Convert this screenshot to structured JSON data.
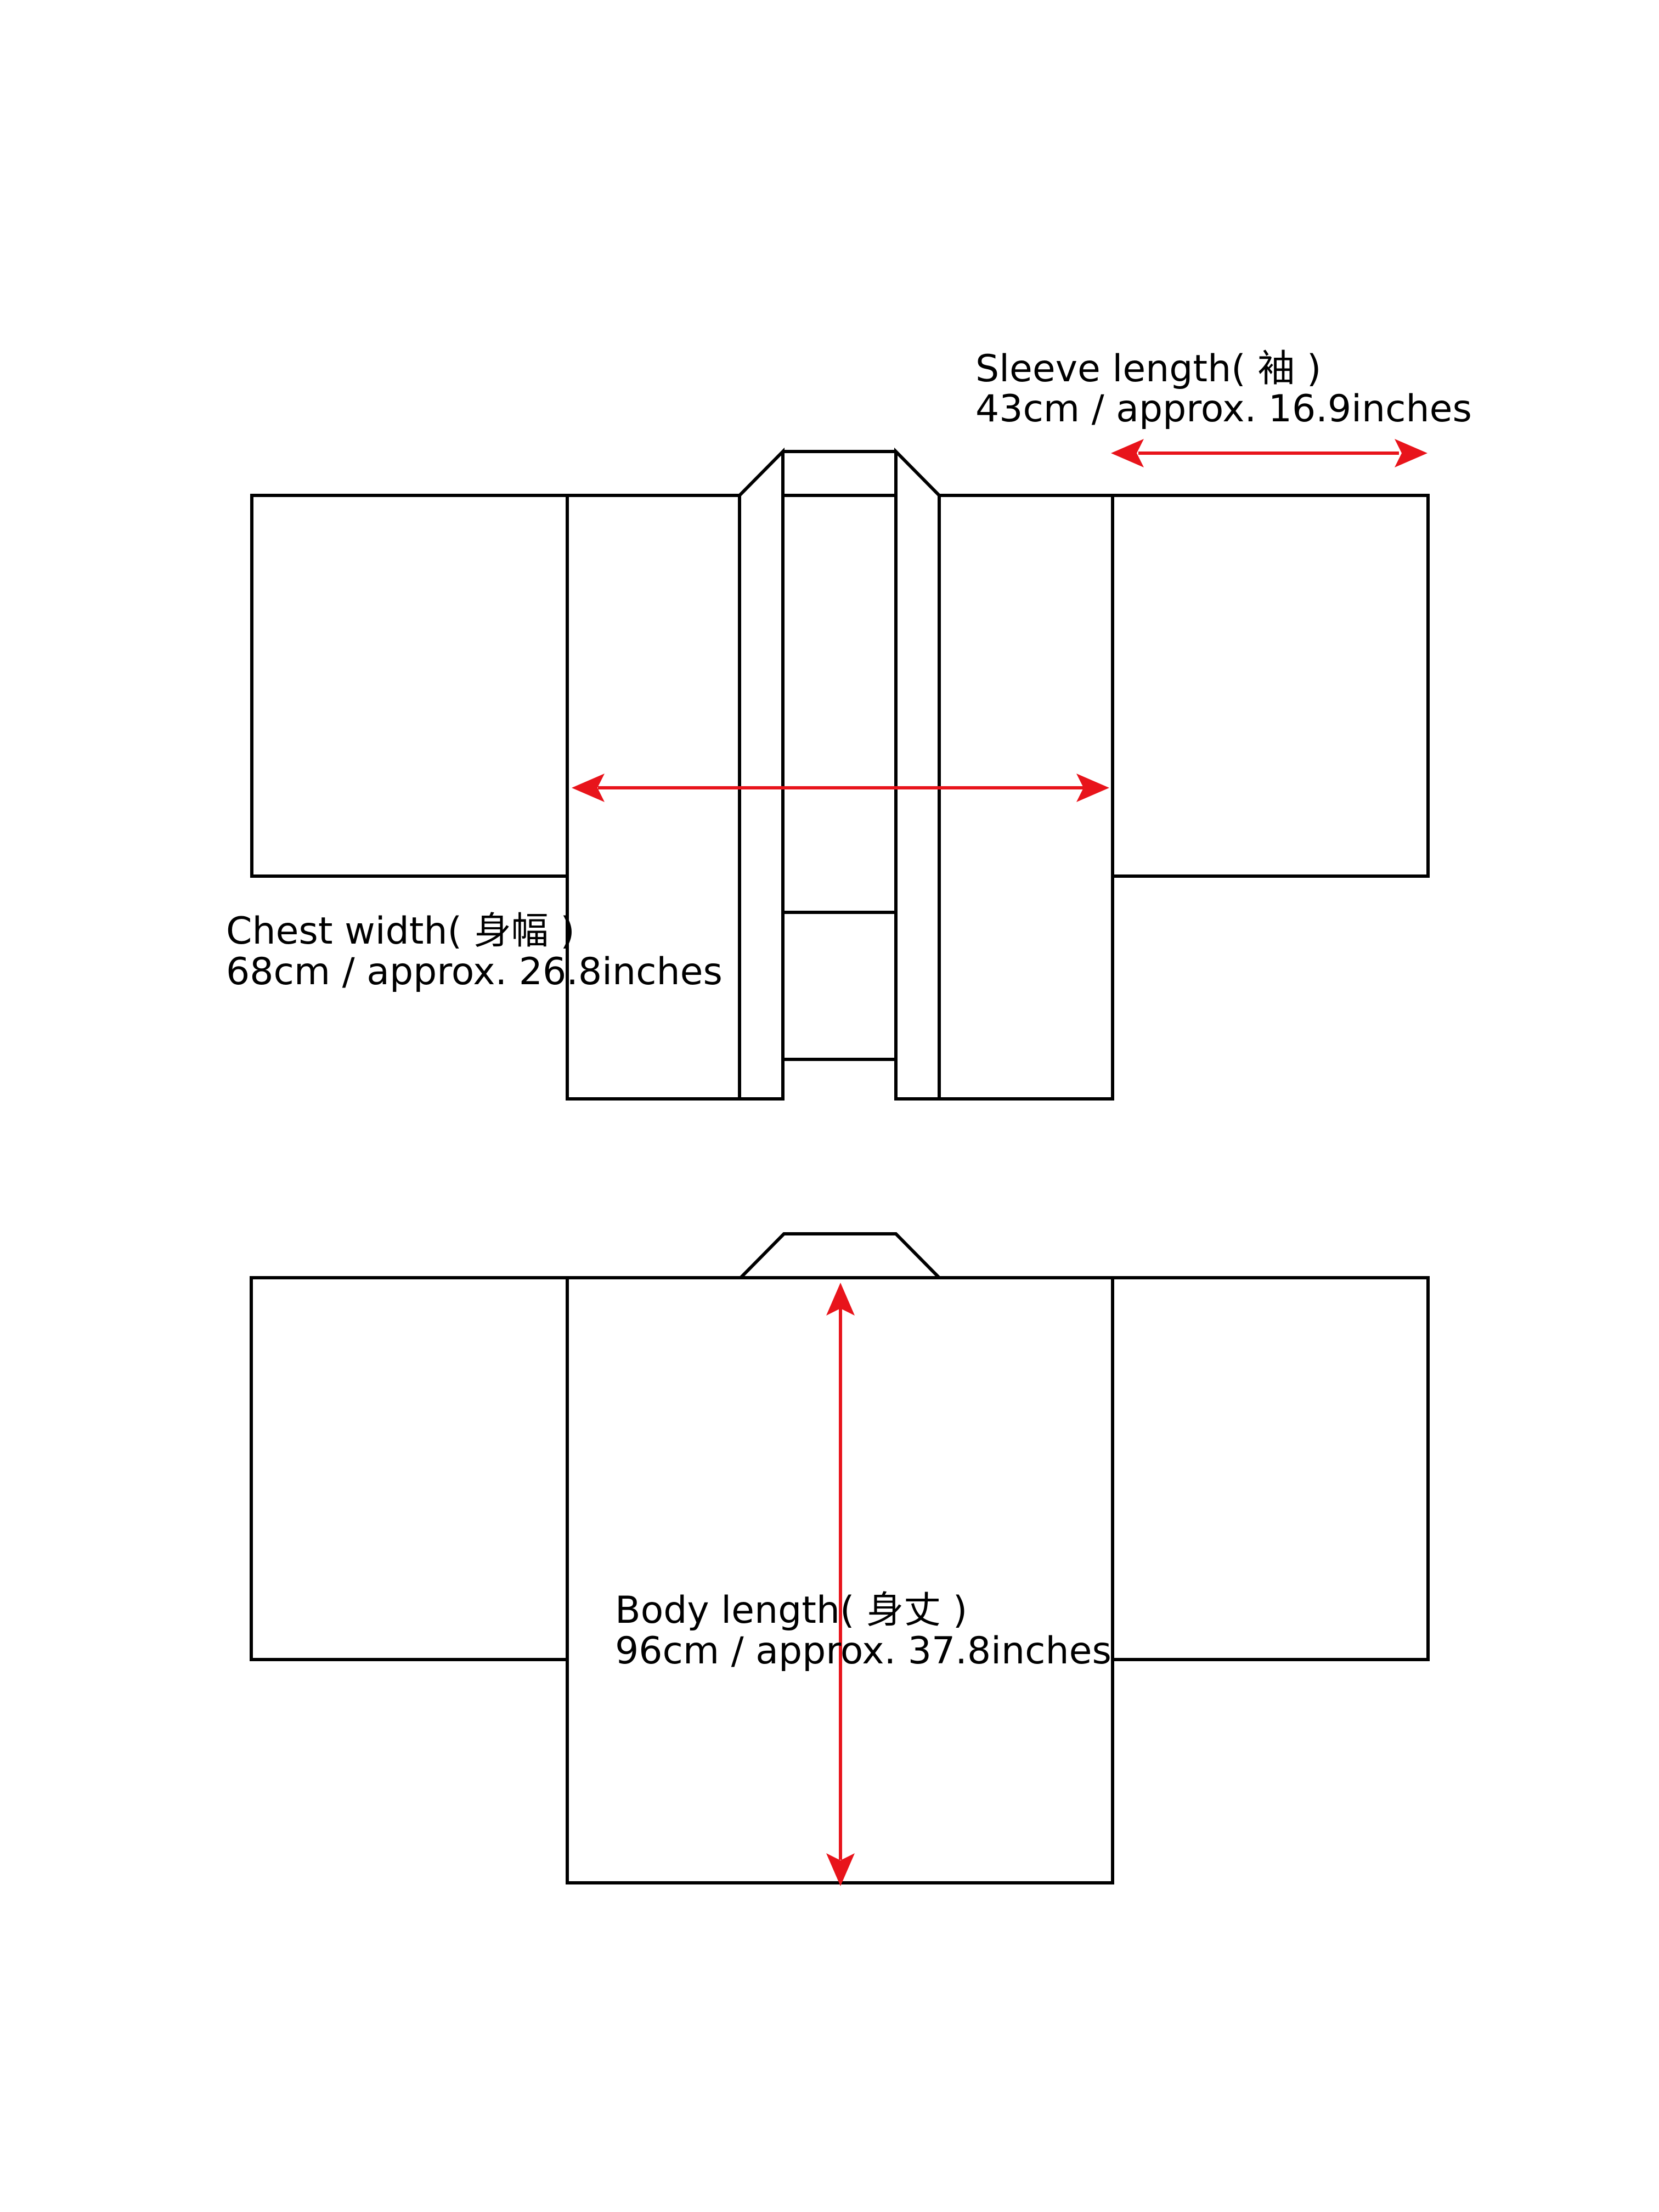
{
  "measurements": {
    "sleeve": {
      "label": "Sleeve length( 袖 )",
      "value": "43cm / approx. 16.9inches"
    },
    "chest": {
      "label": "Chest width( 身幅 )",
      "value": "68cm / approx. 26.8inches"
    },
    "body": {
      "label": "Body length( 身丈 )",
      "value": "96cm / approx. 37.8inches"
    }
  },
  "colors": {
    "outline": "#000000",
    "measure_arrow": "#e8141b",
    "background": "#ffffff"
  }
}
